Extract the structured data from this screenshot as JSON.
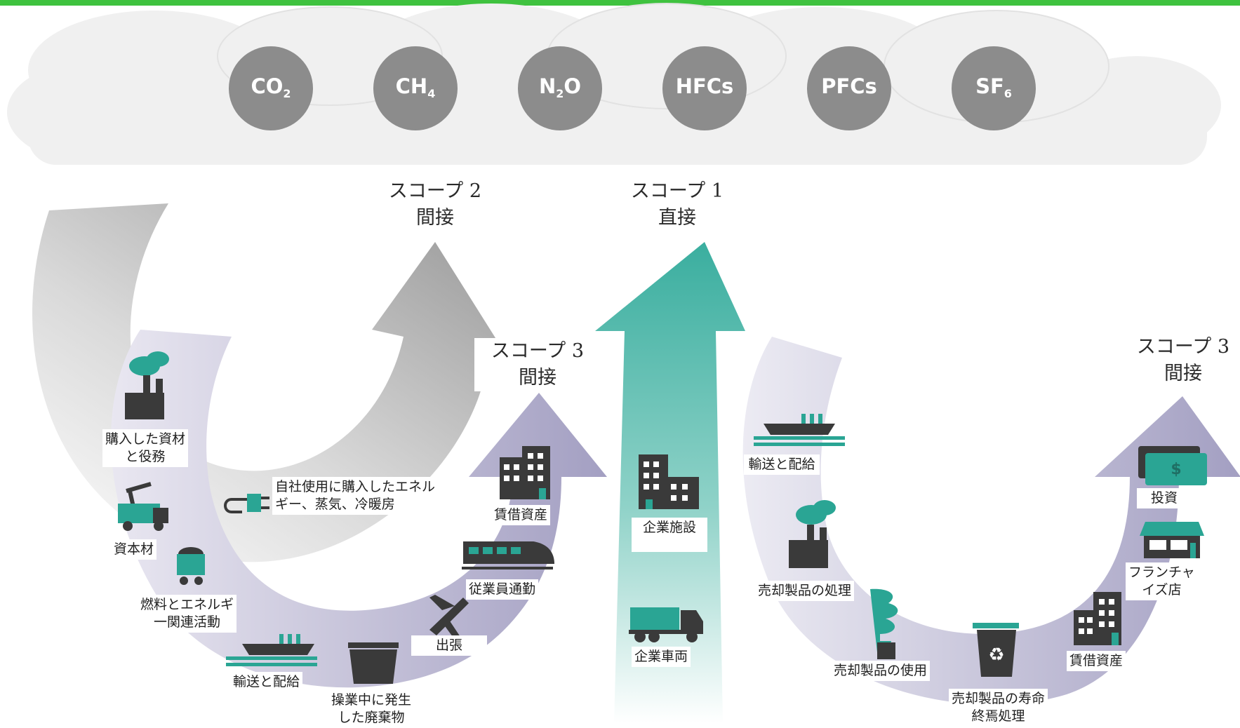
{
  "gases": [
    {
      "main": "CO",
      "sub": "2"
    },
    {
      "main": "CH",
      "sub": "4"
    },
    {
      "main": "N",
      "sub": "2",
      "tail": "O"
    },
    {
      "main": "HFCs",
      "sub": ""
    },
    {
      "main": "PFCs",
      "sub": ""
    },
    {
      "main": "SF",
      "sub": "6"
    }
  ],
  "scopes": {
    "scope2": {
      "title": "スコープ 2",
      "type": "間接"
    },
    "scope1": {
      "title": "スコープ 1",
      "type": "直接"
    },
    "scope3_upstream": {
      "title": "スコープ 3",
      "type": "間接"
    },
    "scope3_downstream": {
      "title": "スコープ 3",
      "type": "間接"
    }
  },
  "upstream": {
    "purchased_goods": "購入した資材\nと役務",
    "capital_goods": "資本材",
    "fuel_energy": "燃料とエネルギ\n一関連活動",
    "transport": "輸送と配給",
    "waste": "操業中に発生\nした廃棄物",
    "business_travel": "出張",
    "commuting": "従業員通勤",
    "leased_assets": "賃借資産"
  },
  "scope2_item": "自社使用に購入したエネル\nギー、蒸気、冷暖房",
  "scope1_items": {
    "facilities": "企業施設",
    "vehicles": "企業車両"
  },
  "downstream": {
    "transport": "輸送と配給",
    "processing": "売却製品の処理",
    "use": "売却製品の使用",
    "end_of_life": "売却製品の寿命\n終焉処理",
    "leased_assets": "賃借資産",
    "franchises": "フランチャ\nイズ店",
    "investments": "投資"
  },
  "icons": {
    "investment_symbol": "$"
  },
  "colors": {
    "top_bar": "#3fc23f",
    "gas_circle": "#8c8c8c",
    "cloud": "#f0f0f0",
    "scope1": "#4cb5a6",
    "scope2": "#a6a6a6",
    "scope3": "#a39fc2",
    "icon_dark": "#3a3a3a",
    "icon_teal": "#2aa594"
  }
}
